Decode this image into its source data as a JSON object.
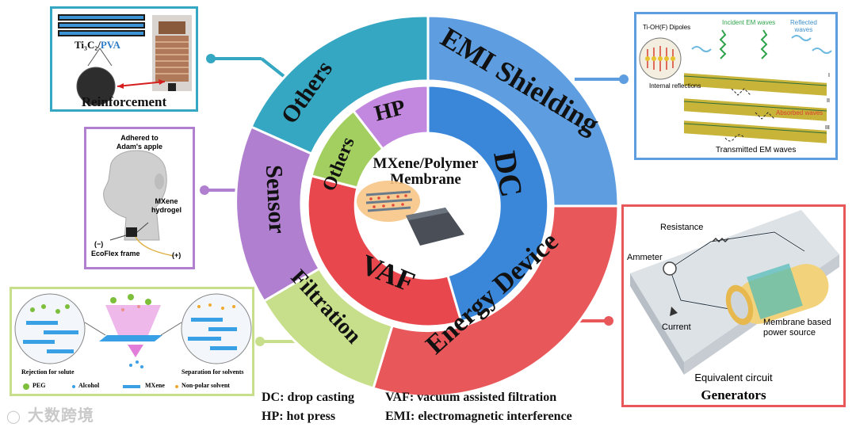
{
  "center": {
    "title_line1": "MXene/Polymer",
    "title_line2": "Membrane"
  },
  "outer_ring": {
    "emi": "EMI Shielding",
    "energy": "Energy Device",
    "filtration": "Filtration",
    "sensor": "Sensor",
    "others": "Others"
  },
  "inner_ring": {
    "dc": "DC",
    "vaf": "VAF",
    "others": "Others",
    "hp": "HP"
  },
  "colors": {
    "emi": "#5e9ee0",
    "energy": "#e8575a",
    "filtration": "#c7df8a",
    "sensor": "#b17fd0",
    "others": "#35a7c2",
    "dc": "#3a86d9",
    "vaf": "#e8484d",
    "inner_others": "#a2cf5f",
    "hp": "#c287de"
  },
  "panels": {
    "reinforcement": {
      "material_a": "Ti₃C₂/",
      "material_b": "PVA",
      "caption": "Reinforcement"
    },
    "sensor": {
      "label_adhered": "Adhered to",
      "label_apple": "Adam's apple",
      "label_mxene": "MXene",
      "label_hydrogel": "hydrogel",
      "label_minus": "(−)",
      "label_ecoflex": "EcoFlex frame",
      "label_plus": "(+)"
    },
    "filtration": {
      "rejection": "Rejection for solute",
      "separation": "Separation for solvents",
      "legend_peg": "PEG",
      "legend_alcohol": "Alcohol",
      "legend_mxene": "MXene",
      "legend_nonpolar": "Non-polar solvent"
    },
    "emi": {
      "dipoles": "Ti-OH(F) Dipoles",
      "incident": "Incident EM waves",
      "reflected_1": "Reflected",
      "reflected_2": "waves",
      "internal": "Internal reflections",
      "absorbed": "Absorbed waves",
      "transmitted": "Transmitted EM waves",
      "layer_1": "I",
      "layer_2": "II",
      "layer_3": "III"
    },
    "generators": {
      "resistance": "Resistance",
      "ammeter": "Ammeter",
      "current": "Current",
      "membrane_1": "Membrane based",
      "membrane_2": "power source",
      "equivalent": "Equivalent circuit",
      "caption": "Generators"
    }
  },
  "legend": {
    "dc": "DC: drop casting",
    "hp": "HP: hot press",
    "vaf": "VAF: vacuum assisted filtration",
    "emi": "EMI: electromagnetic interference"
  },
  "watermark": "大数跨境"
}
